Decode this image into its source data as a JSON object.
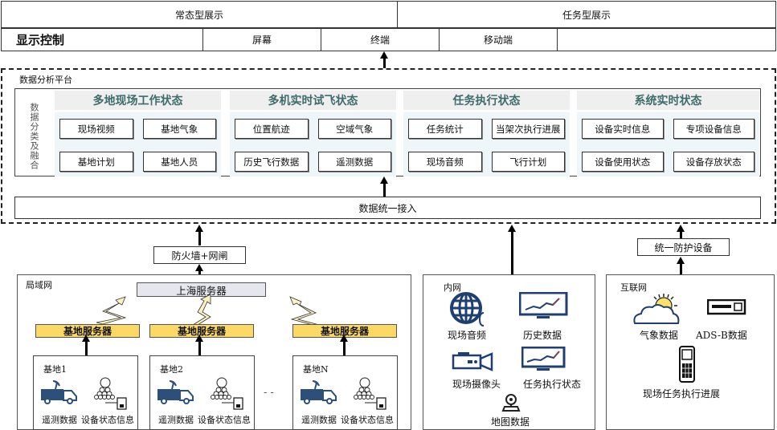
{
  "display": {
    "normal_display": "常态型展示",
    "task_display": "任务型展示",
    "control_title": "显示控制",
    "terminals": [
      "屏幕",
      "终端",
      "移动端"
    ]
  },
  "platform": {
    "title": "数据分析平台",
    "side_label": "数据分类及融合",
    "categories": [
      {
        "title": "多地现场工作状态",
        "items": [
          "现场视频",
          "基地气象",
          "基地计划",
          "基地人员"
        ]
      },
      {
        "title": "多机实时试飞状态",
        "items": [
          "位置航迹",
          "空域气象",
          "历史飞行数据",
          "遥测数据"
        ]
      },
      {
        "title": "任务执行状态",
        "items": [
          "任务统计",
          "当架次执行进展",
          "现场音频",
          "飞行计划"
        ]
      },
      {
        "title": "系统实时状态",
        "items": [
          "设备实时信息",
          "专项设备信息",
          "设备使用状态",
          "设备存放状态"
        ]
      }
    ],
    "access_label": "数据统一接入"
  },
  "lan": {
    "gateway": "防火墙+网闸",
    "title": "局域网",
    "central_server": "上海服务器",
    "base_server": "基地服务器",
    "ellipsis": "- -",
    "bases": [
      {
        "name": "基地1",
        "telemetry": "遥测数据",
        "device": "设备状态信息"
      },
      {
        "name": "基地2",
        "telemetry": "遥测数据",
        "device": "设备状态信息"
      },
      {
        "name": "基地N",
        "telemetry": "遥测数据",
        "device": "设备状态信息"
      }
    ]
  },
  "intranet": {
    "title": "内网",
    "items": [
      "现场音频",
      "历史数据",
      "现场摄像头",
      "任务执行状态",
      "地图数据"
    ]
  },
  "internet": {
    "gateway": "统一防护设备",
    "title": "互联网",
    "items": [
      "气象数据",
      "ADS-B数据",
      "现场任务执行进展"
    ]
  },
  "colors": {
    "category_title": "#3e6b6b",
    "category_head_bg": "#efefef",
    "category_body_bg": "#eef6f9",
    "base_server": "#fcd964",
    "central_server": "#e6e6ee",
    "icon_blue": "#1f3f73"
  }
}
